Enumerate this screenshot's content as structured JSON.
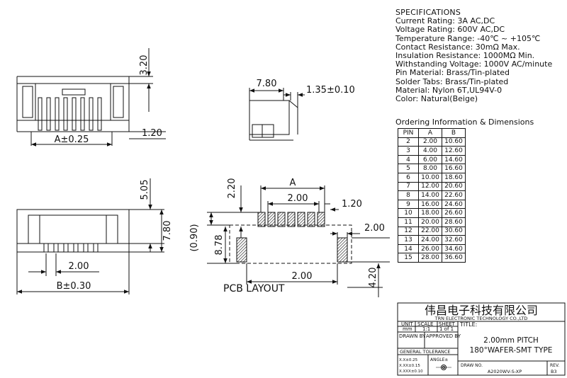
{
  "specs": {
    "heading": "SPECIFICATIONS",
    "lines": [
      "Current Rating: 3A AC,DC",
      "Voltage Rating: 600V AC,DC",
      "Temperature Range: -40℃ ~ +105℃",
      "Contact Resistance: 30mΩ Max.",
      "Insulation Resistance: 1000MΩ Min.",
      "Withstanding Voltage: 1000V AC/minute",
      "Pin Material: Brass/Tin-plated",
      "Solder Tabs: Brass/Tin-plated",
      "Material: Nylon 6T,UL94V-0",
      "Color: Natural(Beige)"
    ]
  },
  "ordering": {
    "title": "Ordering Information & Dimensions",
    "headers": [
      "PIN",
      "A",
      "B"
    ],
    "rows": [
      [
        "2",
        "2.00",
        "10.60"
      ],
      [
        "3",
        "4.00",
        "12.60"
      ],
      [
        "4",
        "6.00",
        "14.60"
      ],
      [
        "5",
        "8.00",
        "16.60"
      ],
      [
        "6",
        "10.00",
        "18.60"
      ],
      [
        "7",
        "12.00",
        "20.60"
      ],
      [
        "8",
        "14.00",
        "22.60"
      ],
      [
        "9",
        "16.00",
        "24.60"
      ],
      [
        "10",
        "18.00",
        "26.60"
      ],
      [
        "11",
        "20.00",
        "28.60"
      ],
      [
        "12",
        "22.00",
        "30.60"
      ],
      [
        "13",
        "24.00",
        "32.60"
      ],
      [
        "14",
        "26.00",
        "34.60"
      ],
      [
        "15",
        "28.00",
        "36.60"
      ]
    ]
  },
  "drawing": {
    "front_top_height": "3.20",
    "front_bottom_height": "1.20",
    "front_width": "A±0.25",
    "side_width": "7.80",
    "side_offset": "1.35±0.10",
    "bottom_height_top": "5.05",
    "bottom_height_total": "7.80",
    "bottom_pitch": "2.00",
    "bottom_width": "B±0.30",
    "pcb_a": "A",
    "pcb_pitch": "2.00",
    "pcb_pad_width": "1.20",
    "pcb_top": "2.20",
    "pcb_tab": "2.00",
    "pcb_left_inner": "(0.90)",
    "pcb_left_total": "8.78",
    "pcb_bottom_pitch": "2.00",
    "pcb_bottom_height": "4.20",
    "pcb_label": "PCB LAYOUT"
  },
  "title_block": {
    "company_cn": "伟昌电子科技有限公司",
    "company_en": "TRN ELECTRONIC TECHNOLOGY CO.,LTD",
    "unit_label": "UNIT",
    "scale_label": "SCALE",
    "sheet_label": "SHEET",
    "title_label": "TITLE:",
    "unit_value": "mm",
    "scale_value": "1:1",
    "sheet_value": "1 of 1",
    "drawn_label": "DRAWN BY",
    "approved_label": "APPROVED BY",
    "title_line1": "2.00mm PITCH",
    "title_line2": "180°WAFER-SMT TYPE",
    "tolerance_label": "GENERAL TOLERANCE",
    "tol1": "X.X±0.25",
    "tol2": "X.XX±0.15",
    "tol3": "X.XXX±0.10",
    "angle_label": "ANGLE±",
    "draw_no_label": "DRAW NO.",
    "draw_no_value": "A2020WV-S-XP",
    "rev_label": "REV.",
    "rev_value": "B3"
  }
}
